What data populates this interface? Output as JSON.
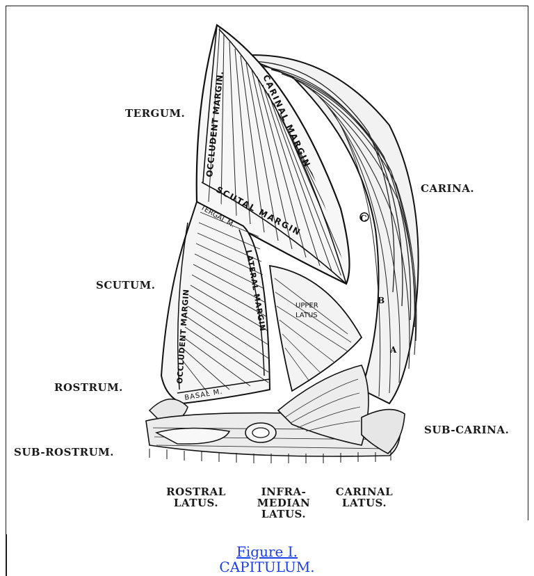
{
  "figure": {
    "labels": {
      "tergum": "TERGUM.",
      "carina": "CARINA.",
      "scutum": "SCUTUM.",
      "rostrum": "ROSTRUM.",
      "sub_rostrum": "SUB-ROSTRUM.",
      "sub_carina": "SUB-CARINA.",
      "rostral_latus_1": "ROSTRAL",
      "rostral_latus_2": "LATUS.",
      "inframedian_latus_1": "INFRA-",
      "inframedian_latus_2": "MEDIAN",
      "inframedian_latus_3": "LATUS.",
      "carinal_latus_1": "CARINAL",
      "carinal_latus_2": "LATUS."
    },
    "inner_labels": {
      "occludent_margin_tergum": "OCCLUDENT MARGIN.",
      "carinal_margin": "CARINAL MARGIN",
      "scutal_margin": "SCUTAL MARGIN",
      "tergal_m": "TERGAL M.",
      "occludent_margin_scutum": "OCCLUDENT MARGIN",
      "lateral_margin": "LATERAL MARGIN",
      "basal_m": "BASAL M.",
      "upper_latus_1": "UPPER",
      "upper_latus_2": "LATUS",
      "letter_c": "C",
      "letter_b": "B",
      "letter_a": "A"
    }
  },
  "caption": {
    "link": "Figure I.",
    "title": "CAPITULUM."
  }
}
